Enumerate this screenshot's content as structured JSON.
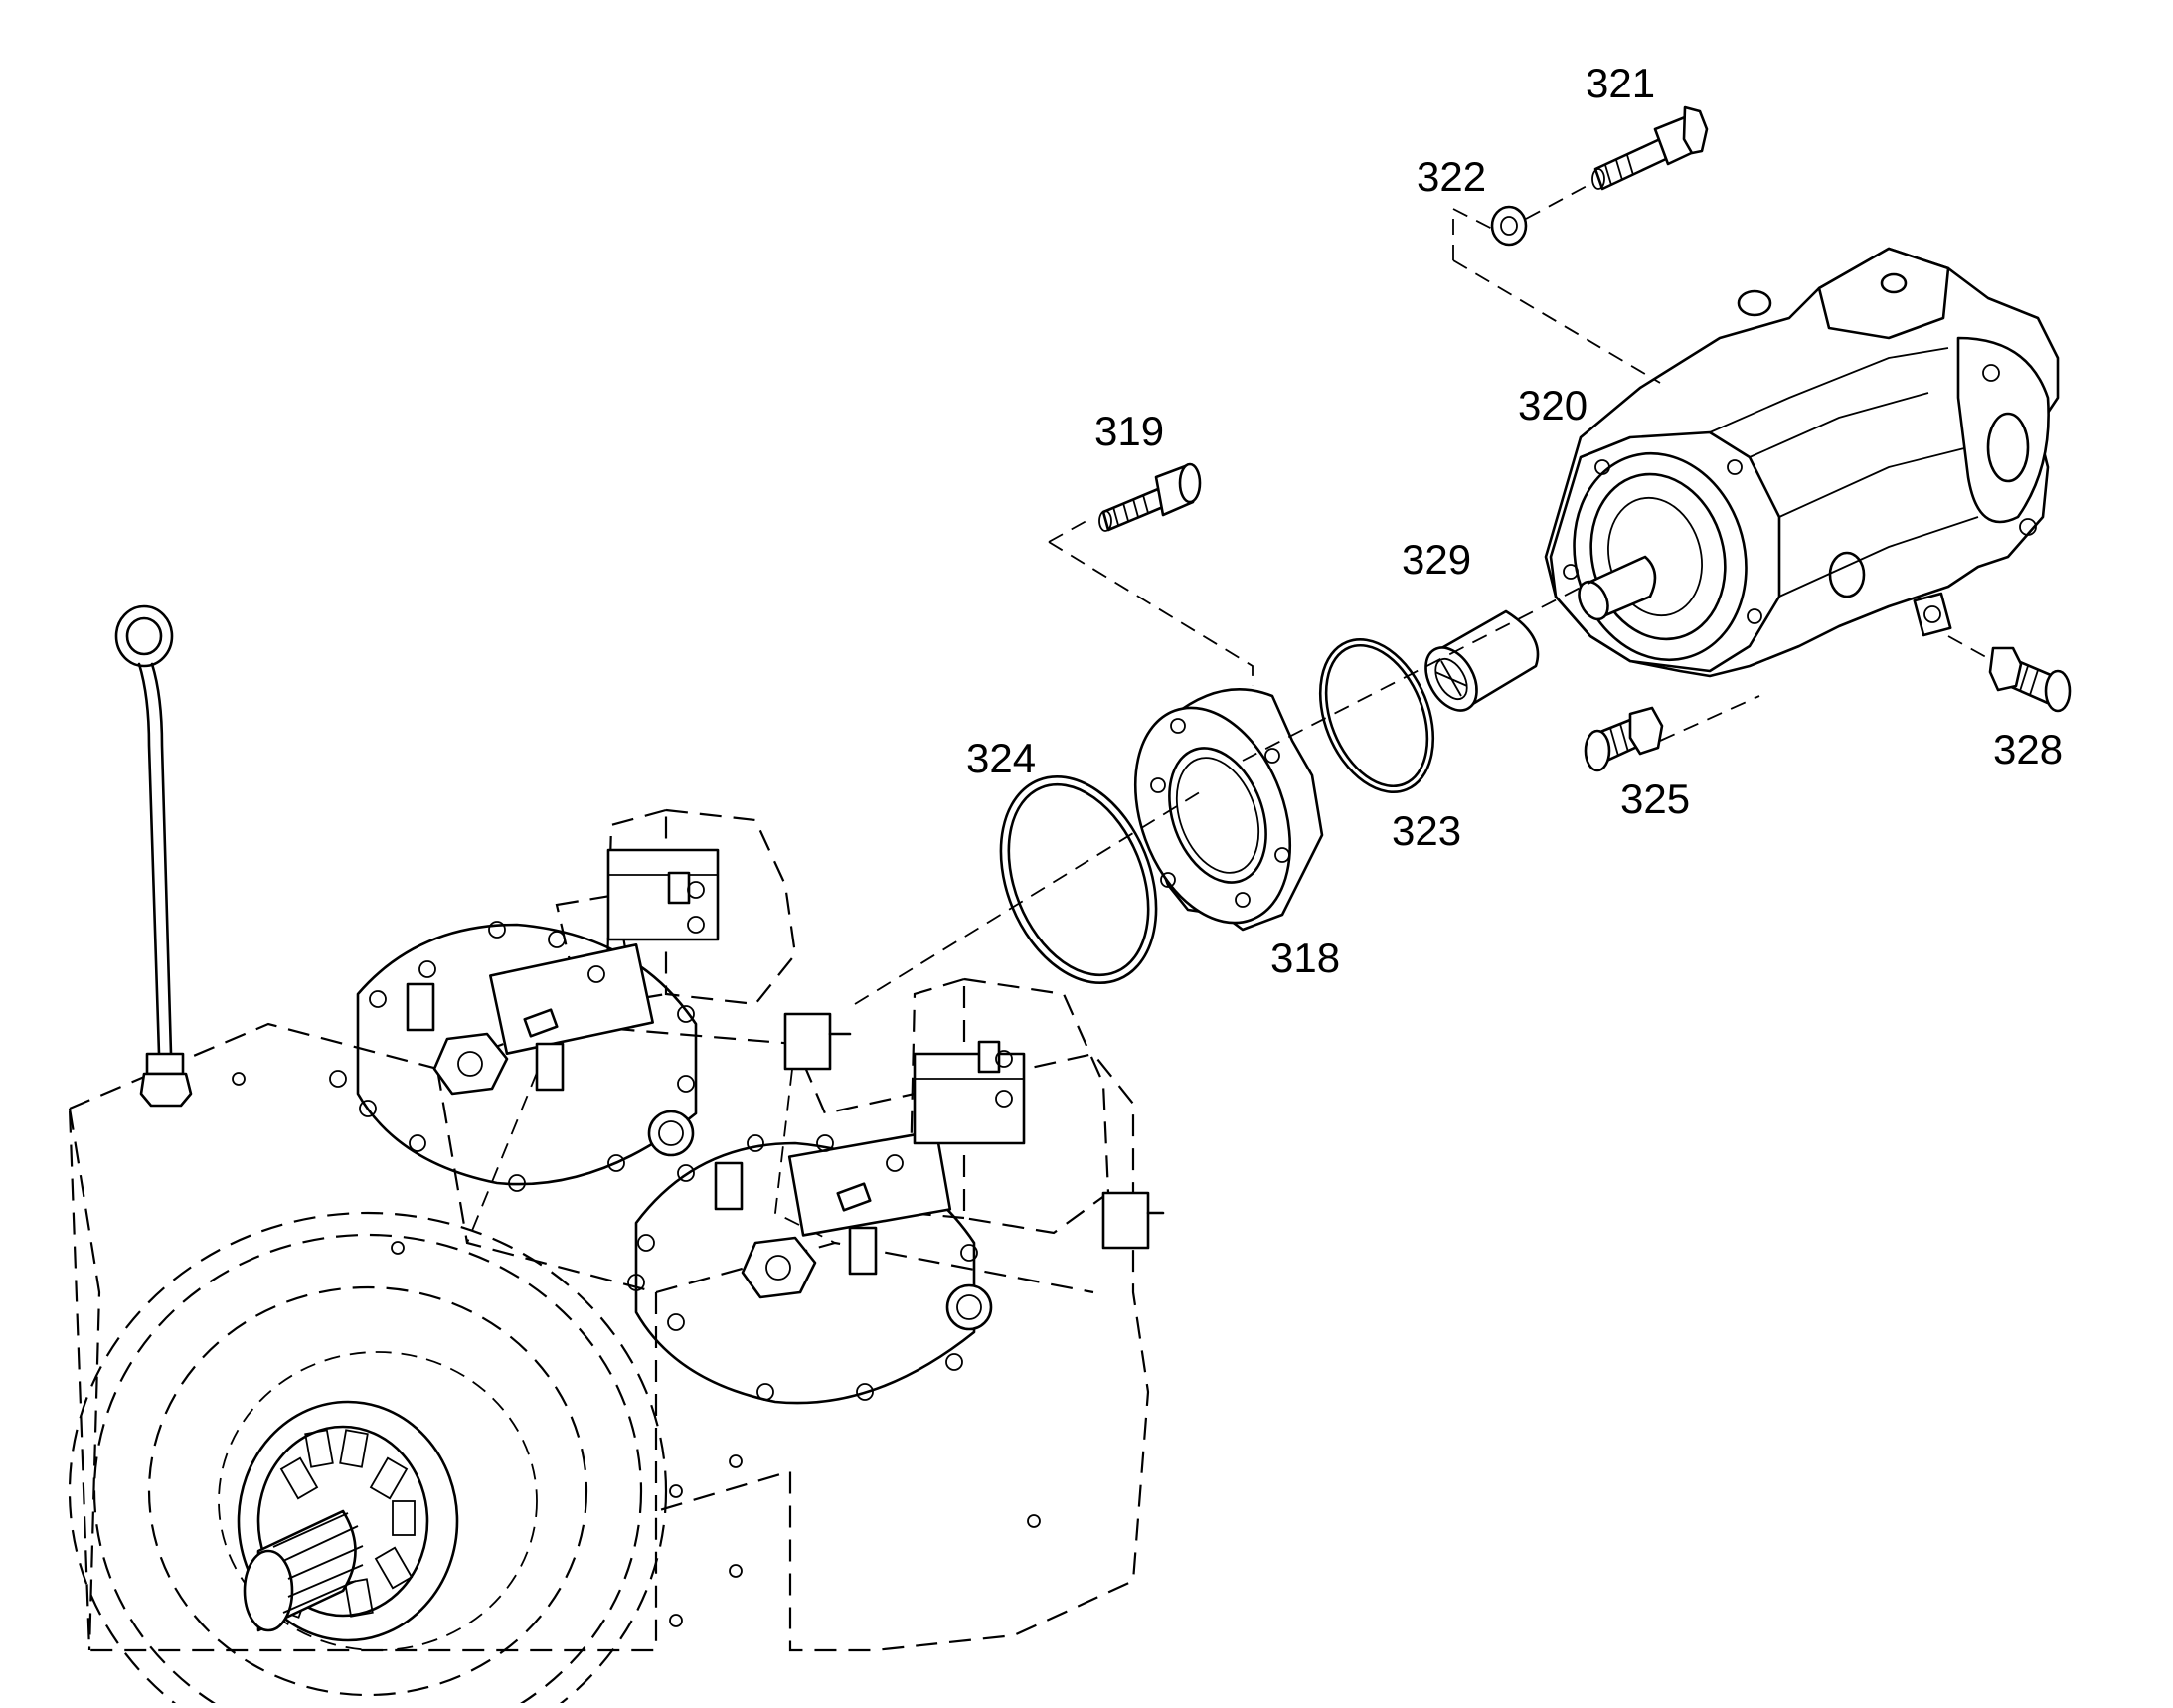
{
  "labels": {
    "p318": "318",
    "p319": "319",
    "p320": "320",
    "p321": "321",
    "p322": "322",
    "p323": "323",
    "p324": "324",
    "p325": "325",
    "p328": "328",
    "p329": "329"
  }
}
